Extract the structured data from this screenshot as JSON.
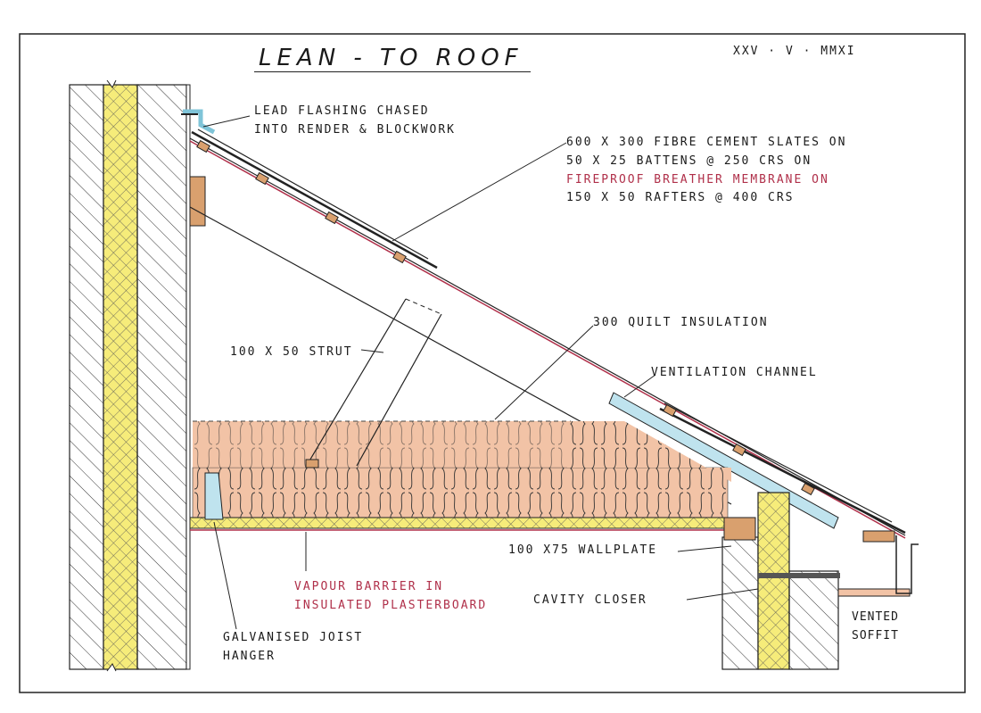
{
  "title": "LEAN - TO ROOF",
  "date": "XXV · V · MMXI",
  "labels": {
    "lead_flashing": [
      "LEAD FLASHING CHASED",
      "INTO RENDER & BLOCKWORK"
    ],
    "slates": "600 X 300 FIBRE CEMENT SLATES ON",
    "battens": "50 X 25 BATTENS @ 250 CRS ON",
    "membrane": "FIREPROOF BREATHER MEMBRANE ON",
    "rafters": "150 X 50 RAFTERS @ 400 CRS",
    "quilt": "300 QUILT INSULATION",
    "strut": "100 X 50 STRUT",
    "ventilation": "VENTILATION CHANNEL",
    "wallplate": "100 X75 WALLPLATE",
    "vapour": [
      "VAPOUR BARRIER IN",
      "INSULATED PLASTERBOARD"
    ],
    "cavity_closer": "CAVITY CLOSER",
    "vented_soffit": [
      "VENTED",
      "SOFFIT"
    ],
    "joist_hanger": [
      "GALVANISED JOIST",
      "HANGER"
    ]
  },
  "colors": {
    "ink": "#222222",
    "insulation_yellow": "#f6ec7a",
    "timber": "#d9a06e",
    "quilt": "#f2c3a6",
    "membrane_red": "#b0304a",
    "ventilation_blue": "#bfe3ee",
    "lead_blue": "#7fc4d8"
  }
}
